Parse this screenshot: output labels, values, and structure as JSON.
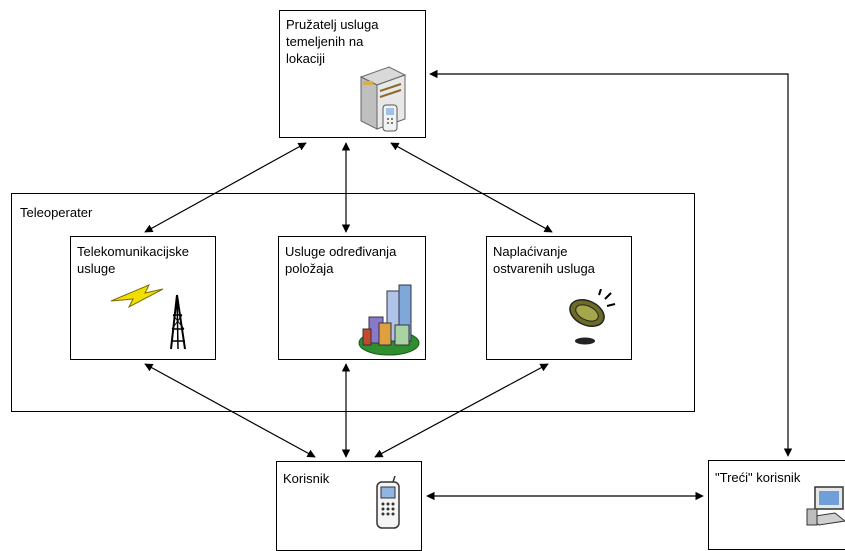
{
  "nodes": {
    "provider": {
      "label": "Pružatelj usluga\ntemeljenih na\nlokaciji",
      "icon": "server-with-phone-icon"
    },
    "teleoperator": {
      "label": "Teleoperater"
    },
    "telecom": {
      "label": "Telekomunikacijske\nusluge",
      "icon": "radio-tower-icon"
    },
    "positioning": {
      "label": "Usluge određivanja\npoložaja",
      "icon": "city-buildings-icon"
    },
    "billing": {
      "label": "Naplaćivanje\nostvarenih usluga",
      "icon": "coin-icon"
    },
    "user": {
      "label": "Korisnik",
      "icon": "mobile-phone-icon"
    },
    "third_party": {
      "label": "\"Treći\" korisnik",
      "icon": "computer-icon"
    }
  },
  "edges": [
    {
      "from": "provider",
      "to": "telecom",
      "direction": "both"
    },
    {
      "from": "provider",
      "to": "positioning",
      "direction": "both"
    },
    {
      "from": "provider",
      "to": "billing",
      "direction": "both"
    },
    {
      "from": "provider",
      "to": "third_party",
      "direction": "both"
    },
    {
      "from": "telecom",
      "to": "user",
      "direction": "both"
    },
    {
      "from": "positioning",
      "to": "user",
      "direction": "both"
    },
    {
      "from": "billing",
      "to": "user",
      "direction": "both"
    },
    {
      "from": "user",
      "to": "third_party",
      "direction": "both"
    }
  ]
}
